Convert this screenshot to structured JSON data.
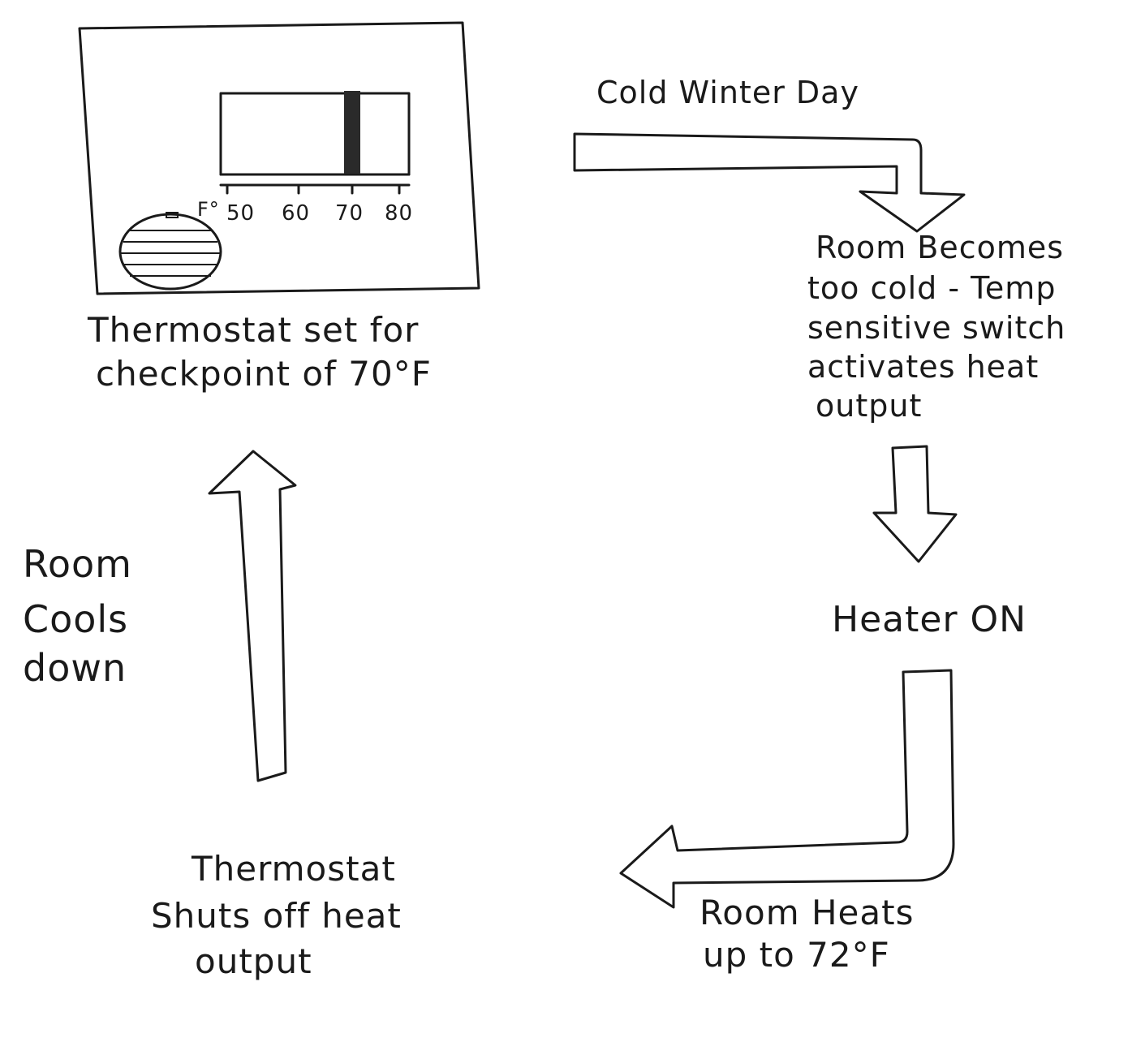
{
  "thermostat": {
    "scale_unit": "F°",
    "ticks": [
      "50",
      "60",
      "70",
      "80"
    ],
    "setpoint": 70,
    "caption_line1": "Thermostat set for",
    "caption_line2": "checkpoint of 70°F"
  },
  "steps": {
    "cold_day": "Cold Winter Day",
    "room_cold_1": "Room Becomes",
    "room_cold_2": "too cold - Temp",
    "room_cold_3": "sensitive switch",
    "room_cold_4": "activates heat",
    "room_cold_5": "output",
    "heater_on": "Heater ON",
    "heats_1": "Room Heats",
    "heats_2": "up to 72°F",
    "shutoff_1": "Thermostat",
    "shutoff_2": "Shuts off heat",
    "shutoff_3": "output",
    "cools_1": "Room",
    "cools_2": "Cools",
    "cools_3": "down"
  }
}
